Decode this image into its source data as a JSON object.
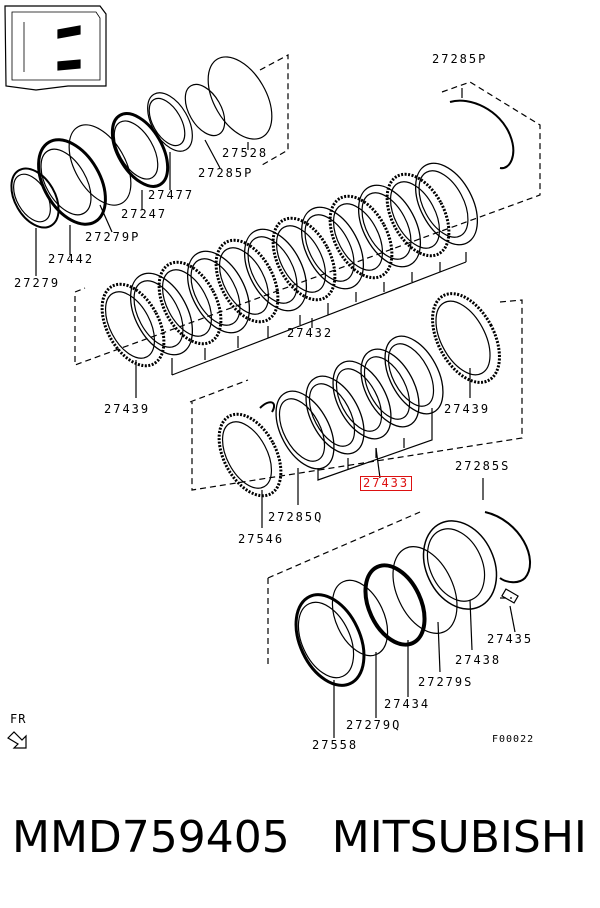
{
  "diagram": {
    "part_labels": {
      "p27285P_top": "27285P",
      "p27528": "27528",
      "p27285P": "27285P",
      "p27477": "27477",
      "p27247": "27247",
      "p27279P": "27279P",
      "p27442": "27442",
      "p27279": "27279",
      "p27432": "27432",
      "p27439_left": "27439",
      "p27439_right": "27439",
      "p27433": "27433",
      "p27285S": "27285S",
      "p27285Q": "27285Q",
      "p27546": "27546",
      "p27435": "27435",
      "p27438": "27438",
      "p27279S": "27279S",
      "p27434": "27434",
      "p27279Q": "27279Q",
      "p27558": "27558"
    },
    "highlight_color": "#dd1111",
    "direction_label": "FR",
    "figure_code": "F00022"
  },
  "footer": {
    "part_number": "MMD759405",
    "brand": "MITSUBISHI"
  }
}
